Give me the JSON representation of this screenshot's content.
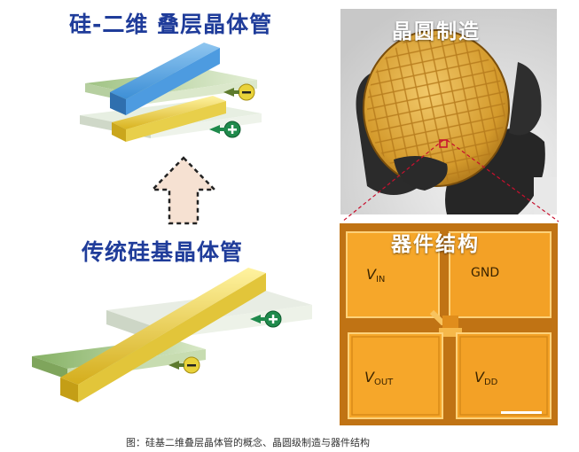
{
  "left": {
    "top_title": "硅-二维 叠层晶体管",
    "bottom_title": "传统硅基晶体管",
    "icons": [
      "minus-charge-icon",
      "plus-charge-icon"
    ]
  },
  "wafer": {
    "title": "晶圆制造"
  },
  "device": {
    "title": "器件结构",
    "labels": {
      "vin_main": "V",
      "vin_sub": "IN",
      "gnd": "GND",
      "vout_main": "V",
      "vout_sub": "OUT",
      "vdd_main": "V",
      "vdd_sub": "DD"
    }
  },
  "caption": "图：硅基二维叠层晶体管的概念、晶圆级制造与器件结构",
  "colors": {
    "title_blue": "#1f3c9a",
    "gate_blue": "#3d8fd6",
    "gate_yellow": "#e3c52e",
    "green_channel": "#a6c48a",
    "device_orange": "#f2a528"
  }
}
